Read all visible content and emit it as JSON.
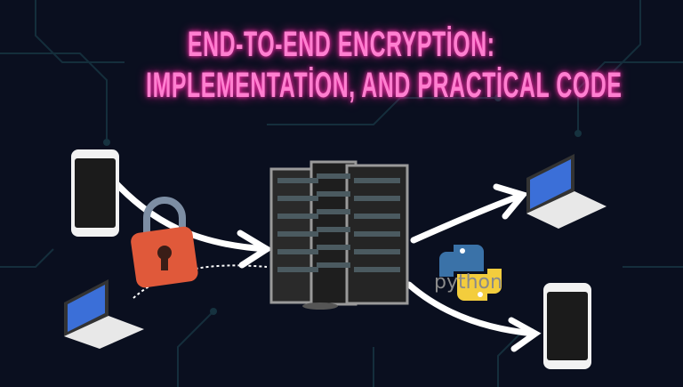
{
  "title": {
    "line1": "END-TO-END ENCRYPTİON:",
    "line2": "IMPLEMENTATİON, AND PRACTİCAL CODE"
  },
  "python_logo": {
    "text": "python"
  },
  "colors": {
    "background": "#0a0f1f",
    "title": "#ff7fd0",
    "glow": "#ff2fb0",
    "arrows": "#ffffff",
    "circuit": "#1b3a4a"
  },
  "icons": [
    "smartphone-icon",
    "laptop-icon",
    "padlock-icon",
    "server-rack-icon",
    "python-logo-icon",
    "arrow-icon"
  ]
}
